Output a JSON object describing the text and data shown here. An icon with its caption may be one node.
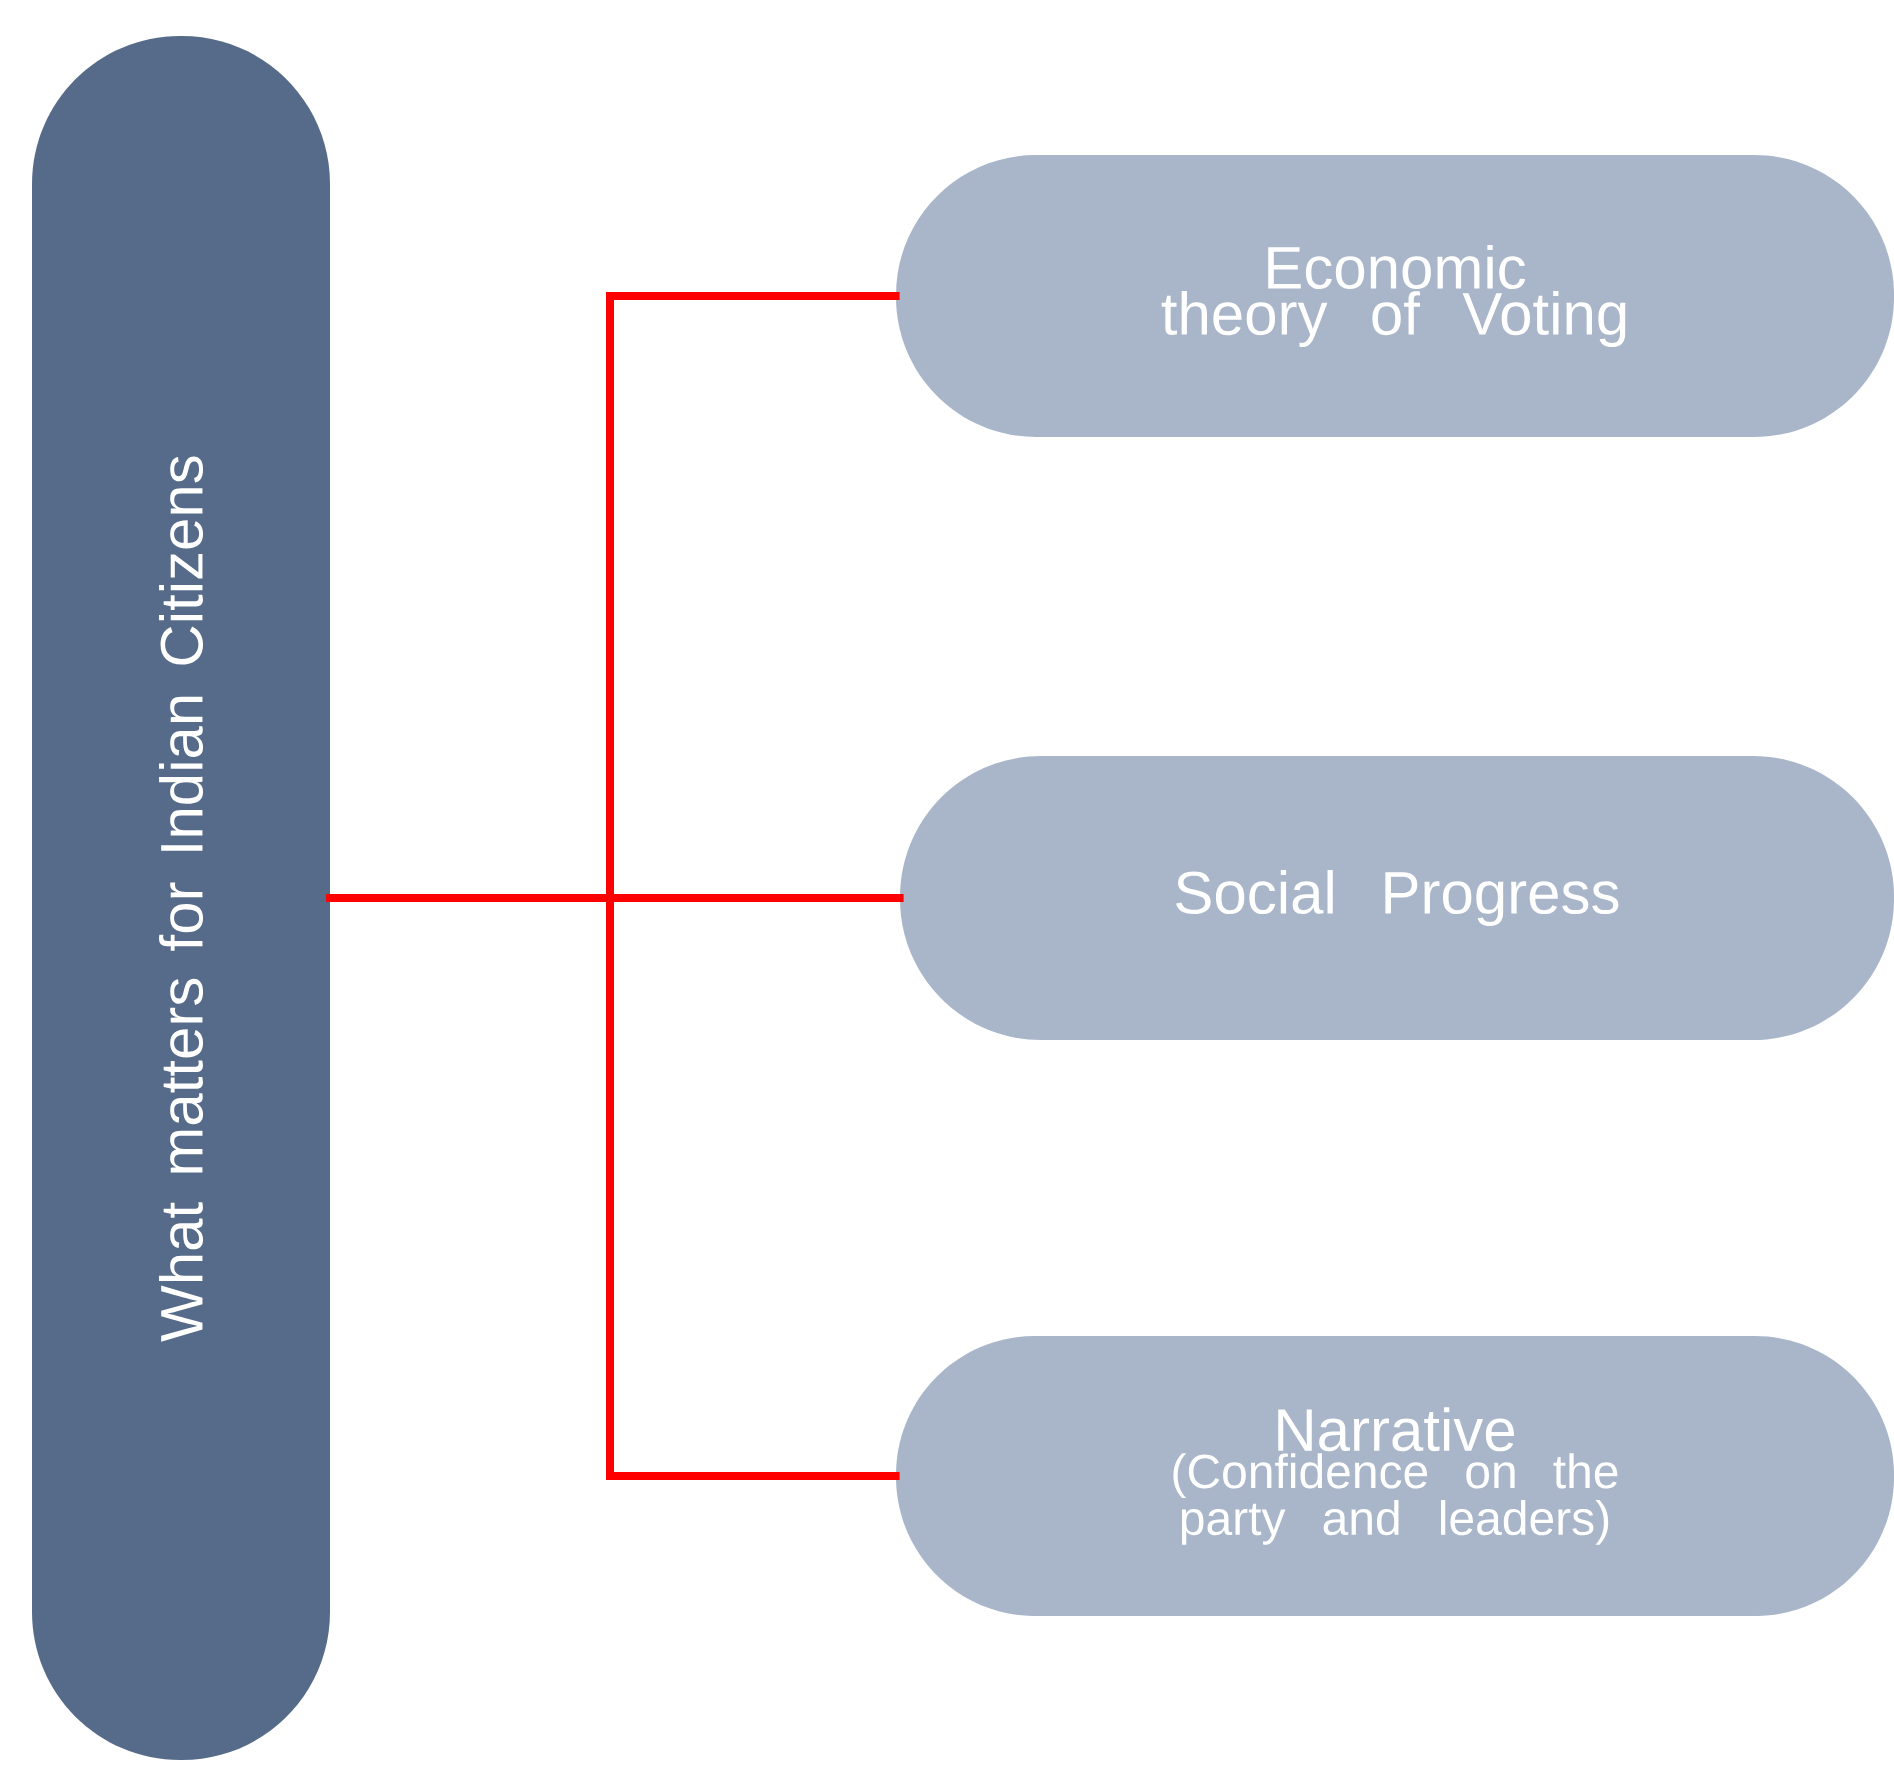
{
  "diagram": {
    "nodes": [
      {
        "text": [
          "What matters for Indian Citizens"
        ]
      },
      {
        "text": [
          "Economic theory of Voting"
        ]
      },
      {
        "text": [
          "Social Progress"
        ]
      },
      {
        "text": [
          "Narrative",
          "(Confidence on the party and leaders)"
        ]
      }
    ],
    "edges": [
      {
        "from": 0,
        "to": 1,
        "arrow": "none"
      },
      {
        "from": 0,
        "to": 2,
        "arrow": "none"
      },
      {
        "from": 0,
        "to": 3,
        "arrow": "none"
      }
    ]
  }
}
